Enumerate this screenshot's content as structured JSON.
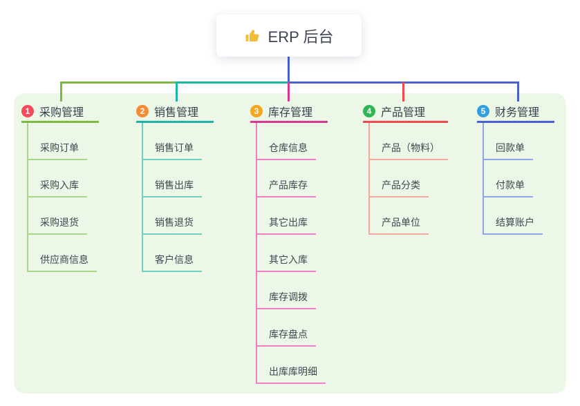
{
  "root": {
    "icon_name": "thumbs-up-icon",
    "label": "ERP 后台"
  },
  "colors": {
    "panel_bg": "#edf7e8",
    "root_line": "#4960d5",
    "root_text": "#3c4453",
    "icon_yellow": "#f2bd37"
  },
  "branches": [
    {
      "num": "1",
      "label": "采购管理",
      "badge_color": "#f5495c",
      "line_color": "#7cb93f",
      "child_line_color": "#a9d684",
      "children": [
        "采购订单",
        "采购入库",
        "采购退货",
        "供应商信息"
      ]
    },
    {
      "num": "2",
      "label": "销售管理",
      "badge_color": "#f68b33",
      "line_color": "#1cb5a3",
      "child_line_color": "#6fd0c2",
      "children": [
        "销售订单",
        "销售出库",
        "销售退货",
        "客户信息"
      ]
    },
    {
      "num": "3",
      "label": "库存管理",
      "badge_color": "#f6a71d",
      "line_color": "#d8368f",
      "child_line_color": "#f07ec0",
      "children": [
        "仓库信息",
        "产品库存",
        "其它出库",
        "其它入库",
        "库存调拨",
        "库存盘点",
        "出库库明细"
      ]
    },
    {
      "num": "4",
      "label": "产品管理",
      "badge_color": "#2fb456",
      "line_color": "#f4484f",
      "child_line_color": "#f8a6a0",
      "children": [
        "产品（物料）",
        "产品分类",
        "产品单位"
      ]
    },
    {
      "num": "5",
      "label": "财务管理",
      "badge_color": "#33a0dd",
      "line_color": "#4960d5",
      "child_line_color": "#8da4e8",
      "children": [
        "回款单",
        "付款单",
        "结算账户"
      ]
    }
  ]
}
